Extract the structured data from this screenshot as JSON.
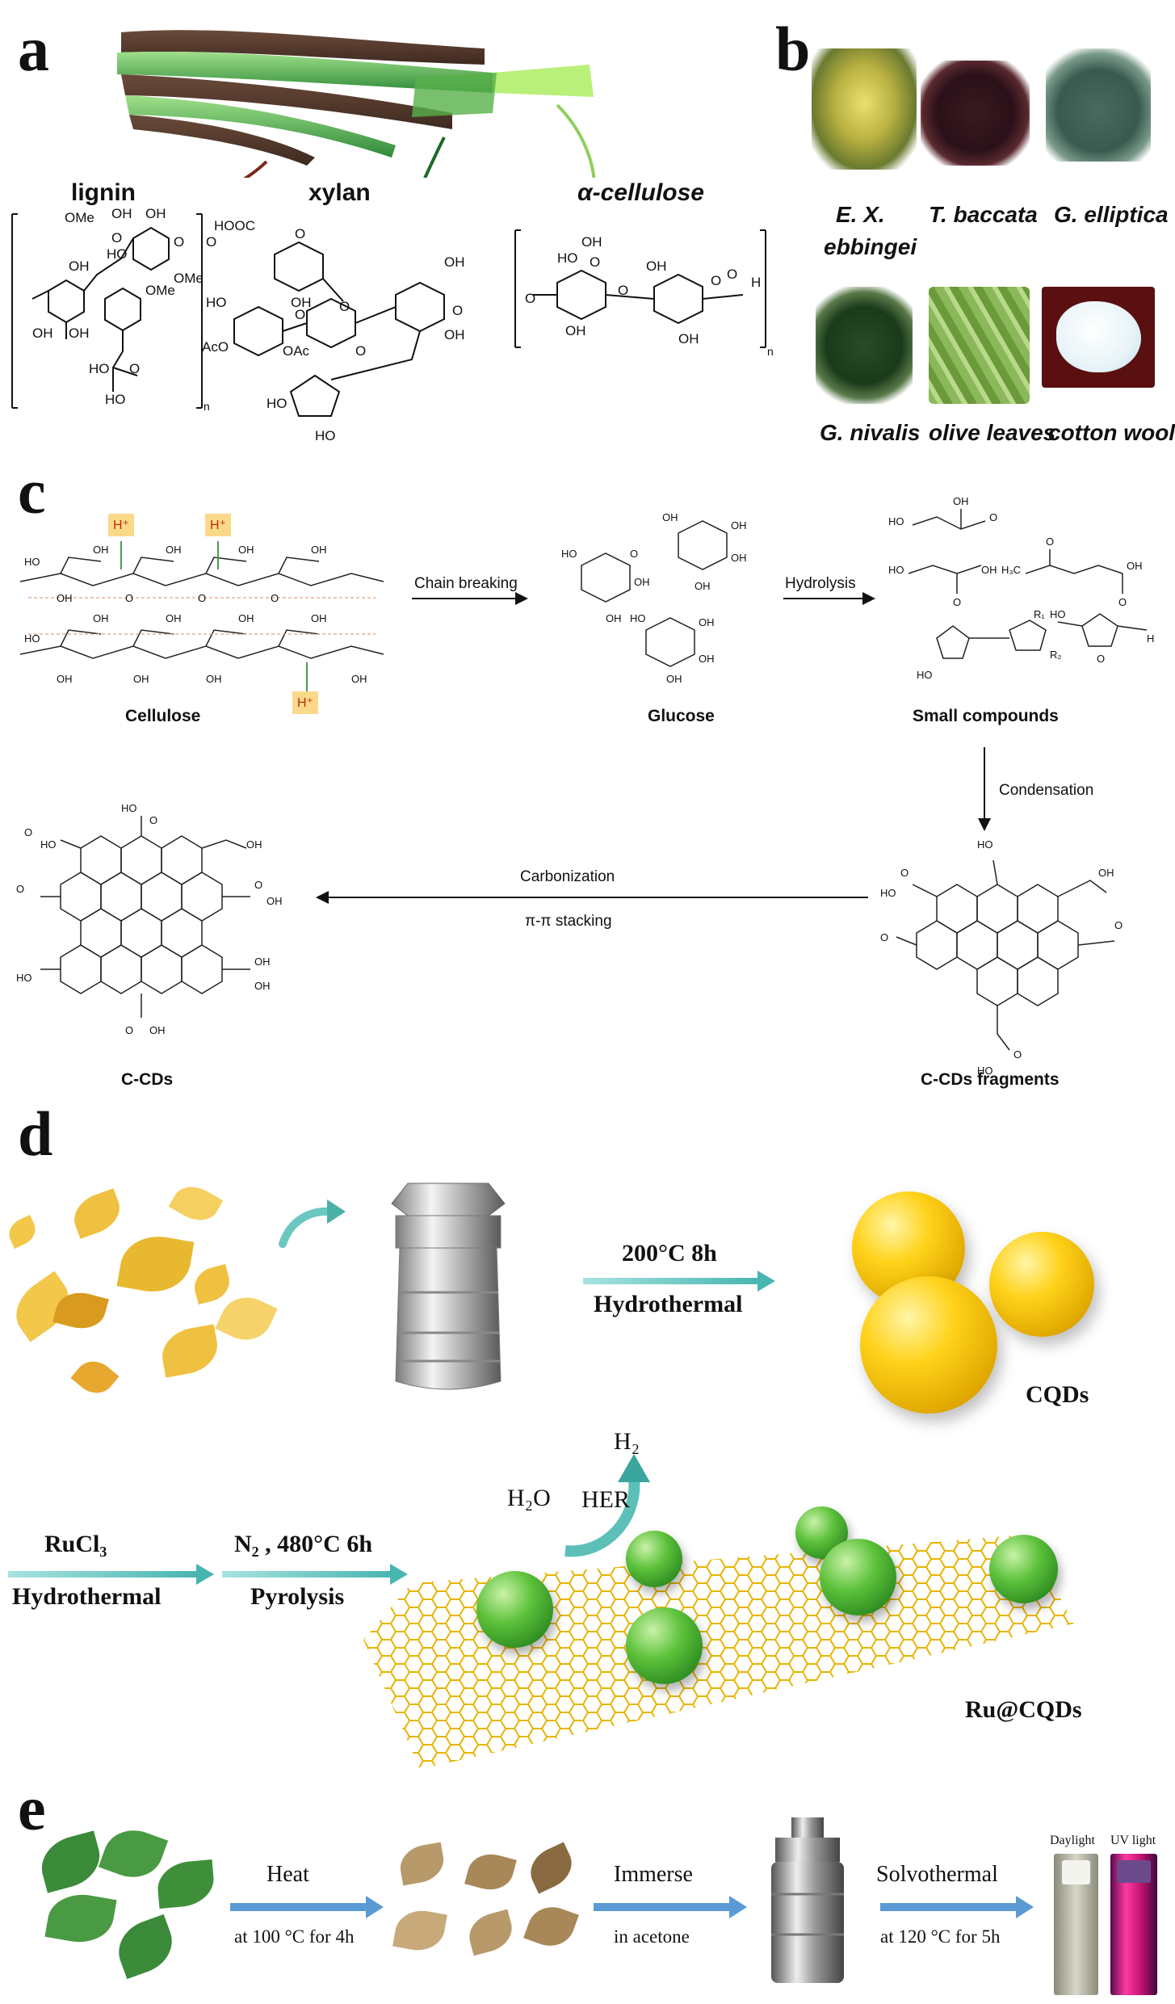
{
  "panel_a": {
    "letter": "a",
    "labels": {
      "lignin": "lignin",
      "xylan": "xylan",
      "cellulose": "α-cellulose"
    },
    "chem_text": [
      "OMe",
      "OH",
      "OH",
      "O",
      "OMe",
      "OMe",
      "OH",
      "OH",
      "OH",
      "HO",
      "n",
      "O",
      "HOOC",
      "O",
      "HO",
      "OH",
      "OH",
      "O",
      "AcO",
      "OAc",
      "O",
      "O",
      "O",
      "HO",
      "HO",
      "OH",
      "OH",
      "O",
      "O",
      "O",
      "HO",
      "OH",
      "O",
      "O",
      "H",
      "OH",
      "n"
    ]
  },
  "panel_b": {
    "letter": "b",
    "samples": [
      "E. X. ebbingei",
      "T. baccata",
      "G. elliptica",
      "G. nivalis",
      "olive leaves",
      "cotton wool"
    ],
    "sample_lines": [
      [
        "E. X.",
        "ebbingei"
      ],
      [
        "T. baccata"
      ],
      [
        "G. elliptica"
      ],
      [
        "G. nivalis"
      ],
      [
        "olive leaves"
      ],
      [
        "cotton wool"
      ]
    ]
  },
  "panel_c": {
    "letter": "c",
    "steps": {
      "chain_breaking": "Chain breaking",
      "hydrolysis": "Hydrolysis",
      "condensation": "Condensation",
      "carbonization": "Carbonization",
      "stacking": "π-π stacking"
    },
    "compounds": {
      "cellulose": "Cellulose",
      "glucose": "Glucose",
      "small": "Small compounds",
      "fragments": "C-CDs fragments",
      "ccds": "C-CDs"
    },
    "proton": "H⁺"
  },
  "panel_d": {
    "letter": "d",
    "step1_top": "200°C 8h",
    "step1_bottom": "Hydrothermal",
    "product1": "CQDs",
    "step2_top": "RuCl₃",
    "step2_bottom": "Hydrothermal",
    "step3_top": "N₂ , 480°C 6h",
    "step3_bottom": "Pyrolysis",
    "h2o": "H₂O",
    "her": "HER",
    "h2": "H₂",
    "product2": "Ru@CQDs"
  },
  "panel_e": {
    "letter": "e",
    "step1_top": "Heat",
    "step1_bottom": "at 100 °C for 4h",
    "step2_top": "Immerse",
    "step2_bottom": "in acetone",
    "step3_top": "Solvothermal",
    "step3_bottom": "at 120 °C for 5h",
    "daylight": "Daylight",
    "uv": "UV light"
  },
  "colors": {
    "teal_arrow": "#48b5b0",
    "blue_arrow": "#5b9bd5",
    "cqd_yellow": "#ffd21a",
    "ru_green": "#3fa82a",
    "graphene": "#e8b400"
  }
}
